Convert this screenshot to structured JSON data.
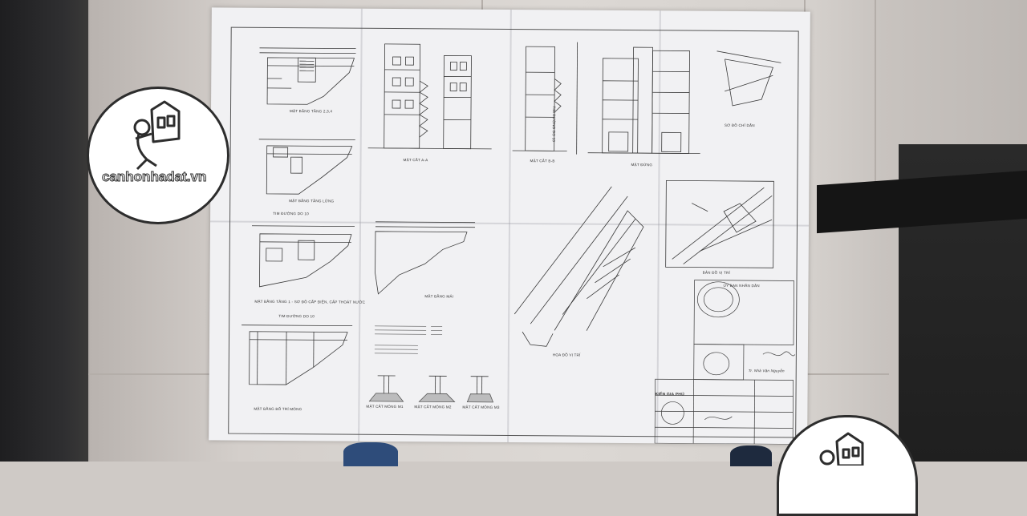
{
  "watermark": {
    "text": "canhonhadat.vn"
  },
  "drawing_labels": {
    "plan_floor_234": "MẶT BẰNG TẦNG 2,3,4",
    "plan_floor_roof": "MẶT BẰNG TẦNG LỬNG",
    "road_axis_1": "TIM ĐƯỜNG DO 10",
    "plan_ground": "MẶT BẰNG TẦNG 1 - SƠ ĐỒ CẤP ĐIỆN, CẤP THOÁT NƯỚC",
    "road_axis_2": "TIM ĐƯỜNG DO 10",
    "plan_foundation": "MẶT BẰNG BỐ TRÍ MÓNG",
    "section_aa": "MẶT CẮT A-A",
    "section_bb": "MẶT CẮT B-B",
    "elevation": "MẶT ĐỨNG",
    "road_axis_vertical": "TIM ĐƯỜNG DO 10",
    "site_plan": "SƠ ĐỒ CHỈ DẪN",
    "roof_plan": "MẶT BẰNG MÁI",
    "location_plan": "HỌA ĐỒ VỊ TRÍ",
    "position_map": "BẢN ĐỒ VỊ TRÍ",
    "section_foundation_1": "MẶT CẮT MÓNG M1",
    "section_foundation_2": "MẶT CẮT MÓNG M2",
    "section_foundation_3": "MẶT CẮT MÓNG M3"
  },
  "title_block": {
    "stamp_org": "KIỂN GIA PHÚ",
    "approval": "ỦY BAN NHÂN DÂN",
    "signer": "Tr. Nhà Văn Nguyễn"
  },
  "colors": {
    "paper": "#f1f1f3",
    "ink": "#3a3a3a",
    "floor": "#d6d2ce",
    "watermark_ring": "#2d2d2d"
  }
}
